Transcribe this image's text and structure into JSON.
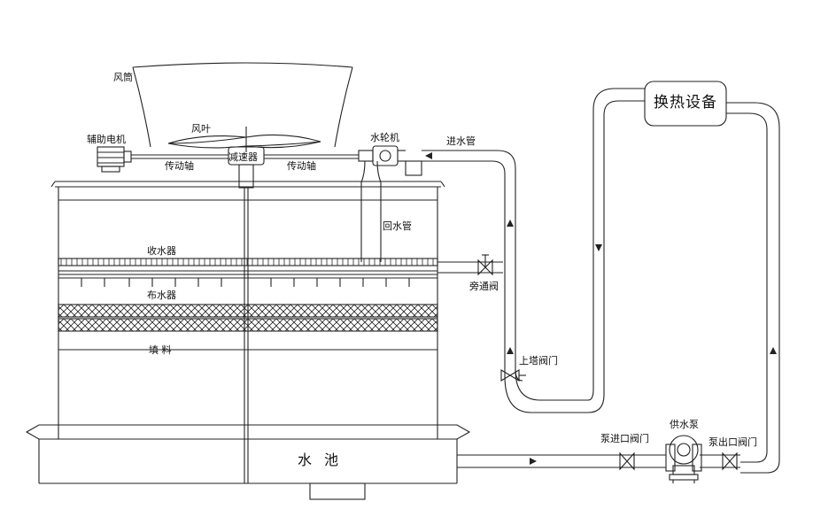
{
  "labels": {
    "fan_stack": "风筒",
    "fan_blade": "风叶",
    "aux_motor": "辅助电机",
    "reducer": "减速器",
    "drive_shaft_left": "传动轴",
    "drive_shaft_right": "传动轴",
    "water_turbine": "水轮机",
    "inlet_pipe": "进水管",
    "return_pipe": "回水管",
    "drift_eliminator": "收水器",
    "bypass_valve": "旁通阀",
    "distributor": "布水器",
    "fill": "填 料",
    "tower_valve": "上塔阀门",
    "basin": "水池",
    "heat_exchanger": "换热设备",
    "supply_pump": "供水泵",
    "pump_inlet_valve": "泵进口阀门",
    "pump_outlet_valve": "泵出口阀门"
  }
}
